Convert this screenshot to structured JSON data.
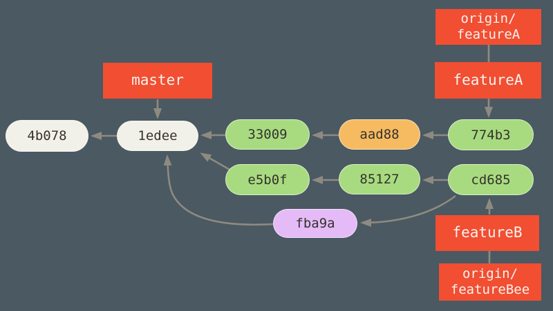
{
  "diagram": {
    "kind": "git-commit-graph",
    "background_color": "#4a5962",
    "edge_color": "#8f8a81",
    "colors": {
      "branch_label_bg": "#f14e32",
      "branch_label_text": "#f7f3ee",
      "commit_green": "#a8db80",
      "commit_orange": "#f6ba61",
      "commit_purple": "#e4bbf7",
      "commit_white": "#f2f1e9",
      "commit_text": "#35322c"
    },
    "branch_labels": {
      "master": "master",
      "featureA": "featureA",
      "featureB": "featureB",
      "origin_featureA": {
        "line1": "origin/",
        "line2": "featureA"
      },
      "origin_featureBee": {
        "line1": "origin/",
        "line2": "featureBee"
      }
    },
    "commits": {
      "c4b078": "4b078",
      "c1edee": "1edee",
      "c33009": "33009",
      "caad88": "aad88",
      "c774b3": "774b3",
      "ce5b0f": "e5b0f",
      "c85127": "85127",
      "ccd685": "cd685",
      "cfba9a": "fba9a"
    },
    "edges": [
      {
        "from": "master",
        "to": "1edee",
        "type": "branch-pointer"
      },
      {
        "from": "origin/featureA",
        "to": "featureA",
        "type": "connector"
      },
      {
        "from": "featureA",
        "to": "774b3",
        "type": "branch-pointer"
      },
      {
        "from": "774b3",
        "to": "aad88",
        "type": "parent"
      },
      {
        "from": "aad88",
        "to": "33009",
        "type": "parent"
      },
      {
        "from": "33009",
        "to": "1edee",
        "type": "parent"
      },
      {
        "from": "1edee",
        "to": "4b078",
        "type": "parent"
      },
      {
        "from": "cd685",
        "to": "85127",
        "type": "parent"
      },
      {
        "from": "85127",
        "to": "e5b0f",
        "type": "parent"
      },
      {
        "from": "e5b0f",
        "to": "1edee",
        "type": "parent"
      },
      {
        "from": "cd685",
        "to": "fba9a",
        "type": "parent"
      },
      {
        "from": "fba9a",
        "to": "1edee",
        "type": "parent"
      },
      {
        "from": "featureB",
        "to": "cd685",
        "type": "branch-pointer"
      },
      {
        "from": "origin/featureBee",
        "to": "featureB",
        "type": "connector"
      }
    ]
  }
}
